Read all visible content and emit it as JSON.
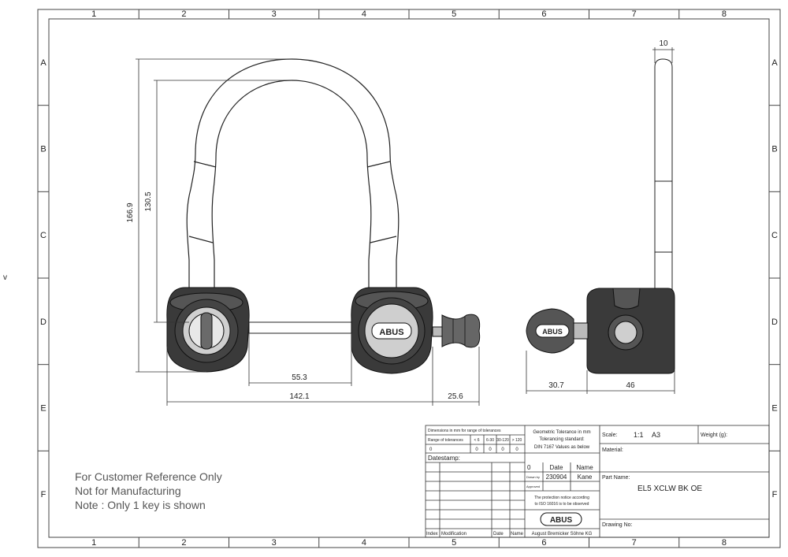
{
  "frame": {
    "cols": [
      "1",
      "2",
      "3",
      "4",
      "5",
      "6",
      "7",
      "8"
    ],
    "rows": [
      "A",
      "B",
      "C",
      "D",
      "E",
      "F"
    ]
  },
  "dimensions": {
    "top_width": "10",
    "overall_height": "166.9",
    "inner_height": "130.5",
    "inner_width": "55.3",
    "overall_width": "142.1",
    "key_length": "25.6",
    "side_key": "30.7",
    "side_depth": "46"
  },
  "brand": "ABUS",
  "notes": [
    "For Customer Reference Only",
    "Not for Manufacturing",
    "Note : Only 1 key is shown"
  ],
  "title_block": {
    "tol_header": "Dimensions in mm for range of tolerances",
    "tol_range_label": "Range of tolerances",
    "tol_ranges": [
      "< 6",
      "6-30",
      "30-120",
      "> 120"
    ],
    "tol_values": [
      "0",
      "0",
      "0",
      "0",
      "0"
    ],
    "geo_tol": [
      "Geometric Tolerance in mm",
      "Tolerancing standard:",
      "DIN 7167 Values as below"
    ],
    "datestamp_label": "Datestamp:",
    "rev_index": "0",
    "date_label": "Date",
    "name_label": "Name",
    "drawn_by_label": "Drawn by",
    "drawn_date": "230904",
    "drawn_name": "Kane",
    "approved_label": "Approved",
    "protection": [
      "The protection notice according",
      "to ISO 16016 is to be observed"
    ],
    "company": "August Bremicker Söhne KG",
    "footer_labels": [
      "Index",
      "Modification",
      "Date",
      "Name"
    ],
    "scale_label": "Scale:",
    "scale_value": "1:1",
    "sheet_size": "A3",
    "weight_label": "Weight (g):",
    "material_label": "Material:",
    "part_name_label": "Part Name:",
    "part_name": "EL5 XCLW BK OE",
    "drawing_no_label": "Drawing No:"
  }
}
